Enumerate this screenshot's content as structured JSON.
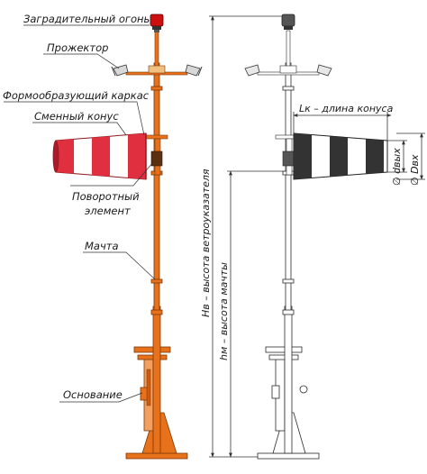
{
  "labels": {
    "obstruction_light": "Заградительный огонь",
    "projector": "Прожектор",
    "forming_frame": "Формообразующий каркас",
    "replaceable_cone": "Сменный конус",
    "rotary_element_line1": "Поворотный",
    "rotary_element_line2": "элемент",
    "mast": "Мачта",
    "base": "Основание"
  },
  "dimensions": {
    "cone_length": "Lк – длина конуса",
    "outlet_diameter": "∅ dвых",
    "inlet_diameter": "∅ Dвх",
    "windsock_height": "Hв – высота ветроуказателя",
    "mast_height": "hм – высота мачты"
  },
  "colors": {
    "mast_orange": "#e8711c",
    "cone_red": "#e03040",
    "cone_black": "#333333",
    "outline": "#2a2a2a",
    "light_red": "#cc1010"
  }
}
